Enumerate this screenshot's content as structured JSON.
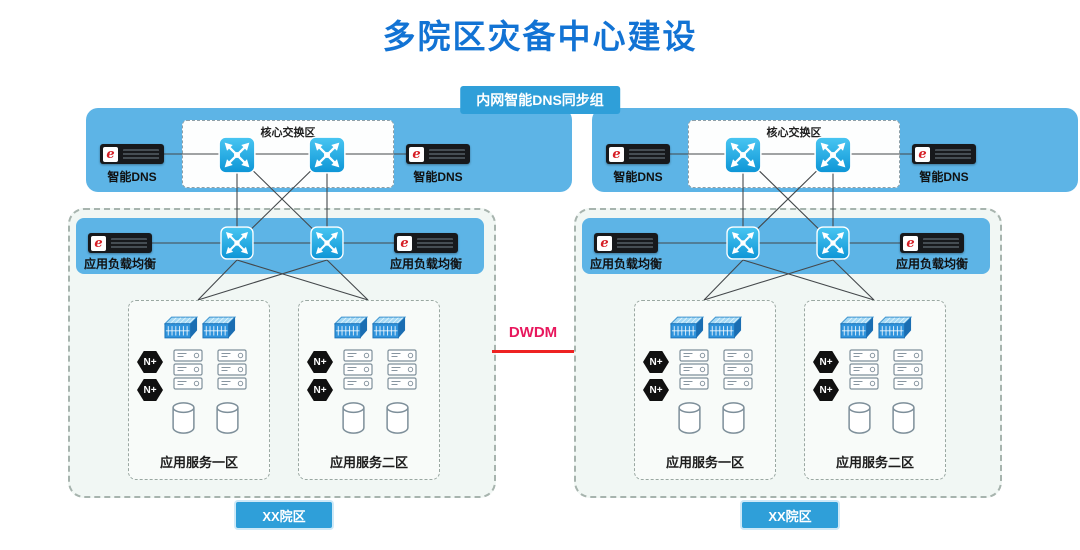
{
  "title": "多院区灾备中心建设",
  "dns_sync_group_label": "内网智能DNS同步组",
  "dwdm_label": "DWDM",
  "icons": {
    "vendor_logo_letter": "e",
    "n_plus_badge": "N+"
  },
  "colors": {
    "title_blue": "#1273d4",
    "band_blue": "#5db4e6",
    "label_blue": "#2f9fd9",
    "switch_cyan": "#17b0ea",
    "dwdm_label_red": "#e8175d",
    "dwdm_line_red": "#ee2222"
  },
  "campuses": [
    {
      "campus_label": "XX院区",
      "core_switch_label": "核心交换区",
      "dns_appliances": [
        {
          "label": "智能DNS"
        },
        {
          "label": "智能DNS"
        }
      ],
      "lb_appliances": [
        {
          "label": "应用负载均衡"
        },
        {
          "label": "应用负载均衡"
        }
      ],
      "zones": [
        {
          "label": "应用服务一区"
        },
        {
          "label": "应用服务二区"
        }
      ]
    },
    {
      "campus_label": "XX院区",
      "core_switch_label": "核心交换区",
      "dns_appliances": [
        {
          "label": "智能DNS"
        },
        {
          "label": "智能DNS"
        }
      ],
      "lb_appliances": [
        {
          "label": "应用负载均衡"
        },
        {
          "label": "应用负载均衡"
        }
      ],
      "zones": [
        {
          "label": "应用服务一区"
        },
        {
          "label": "应用服务二区"
        }
      ]
    }
  ]
}
